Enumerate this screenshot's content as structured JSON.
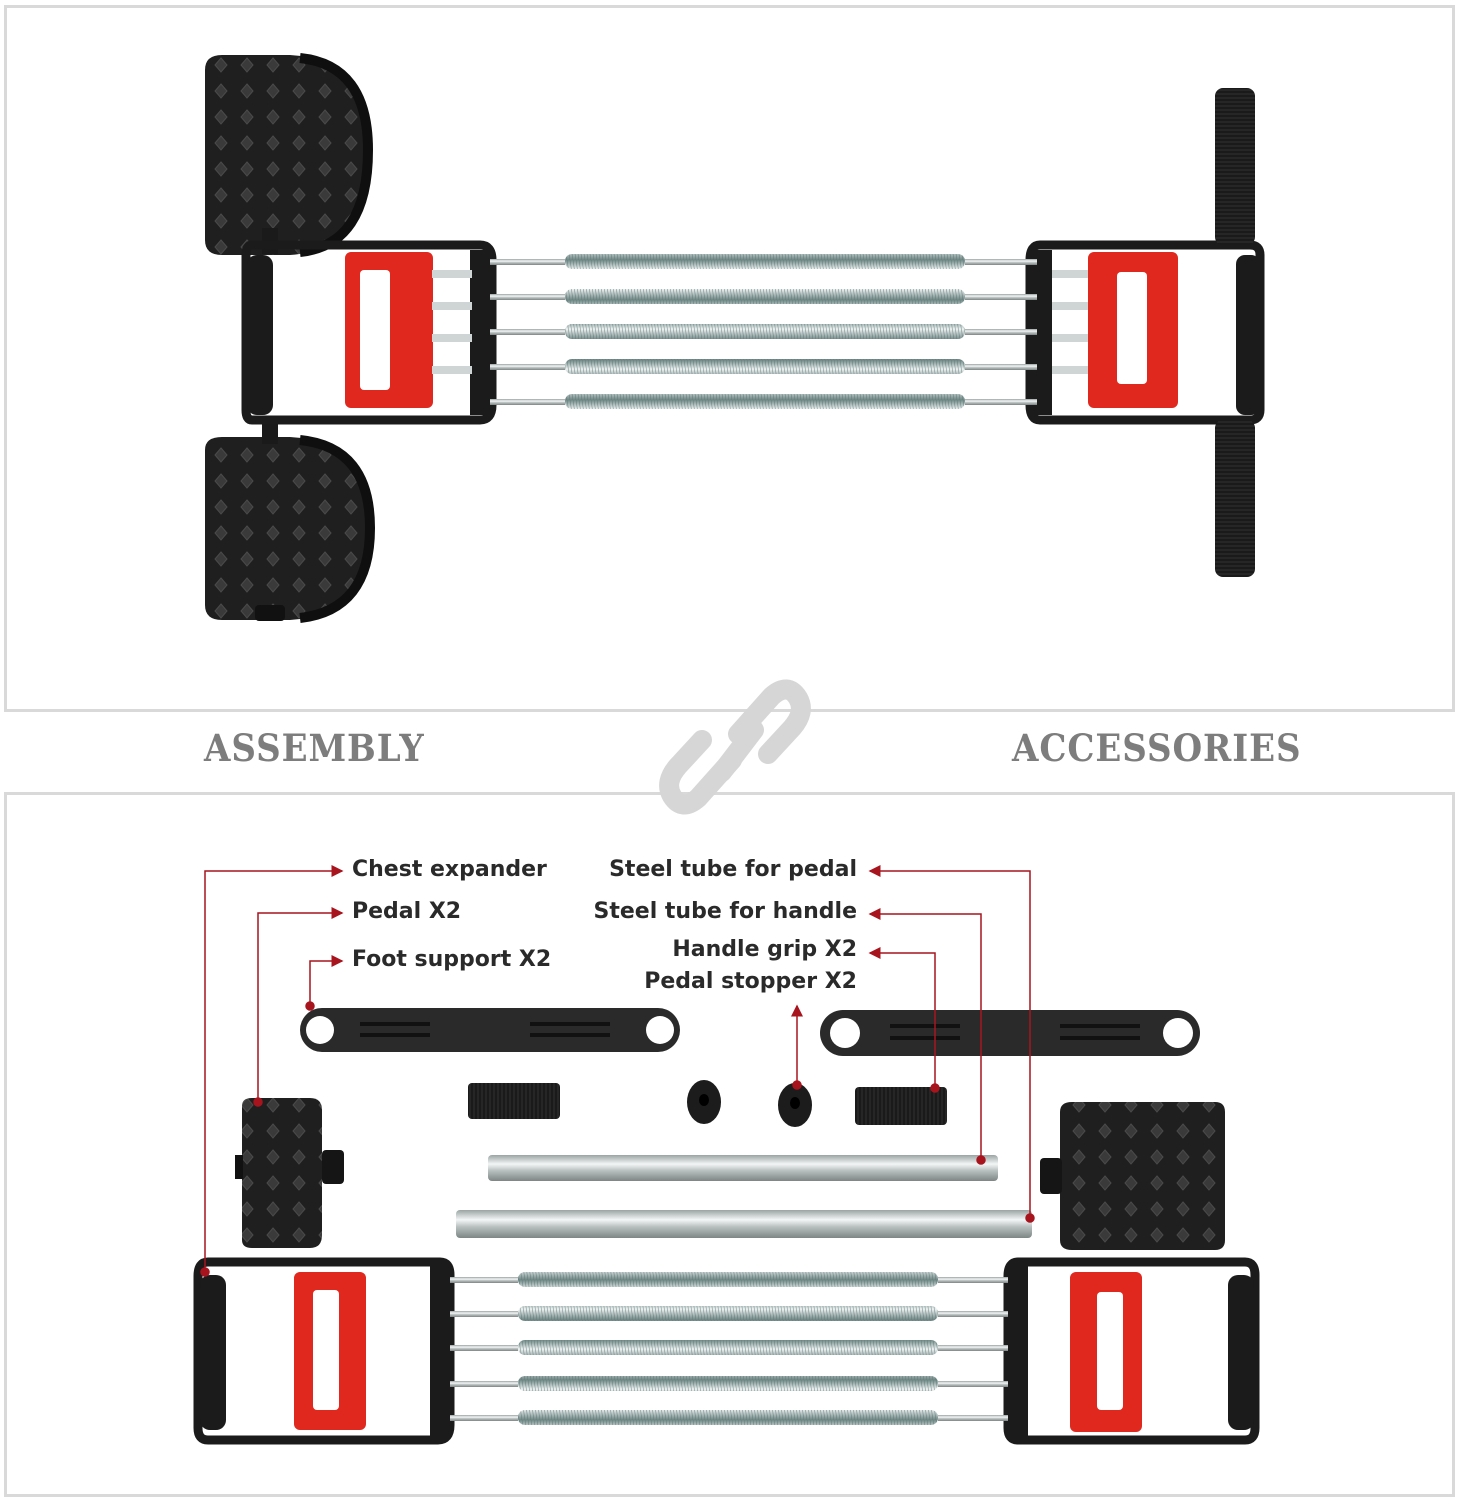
{
  "sections": {
    "left_title": "ASSEMBLY",
    "right_title": "ACCESSORIES",
    "connector_icon": "chain-link-icon"
  },
  "labels_left": [
    {
      "text": "Chest expander"
    },
    {
      "text": "Pedal X2"
    },
    {
      "text": "Foot support X2"
    }
  ],
  "labels_right": [
    {
      "text": "Steel tube for pedal"
    },
    {
      "text": "Steel tube for handle"
    },
    {
      "text": "Handle grip X2"
    },
    {
      "text": "Pedal stopper X2"
    }
  ],
  "colors": {
    "frame_border": "#d9d9d9",
    "title_gray": "#7d7d7d",
    "icon_gray": "#d6d6d6",
    "leader_red": "#a8141e",
    "grip_red": "#e0281e",
    "rubber_black": "#1c1c1c",
    "spring_steel": "#8fa5a3"
  }
}
